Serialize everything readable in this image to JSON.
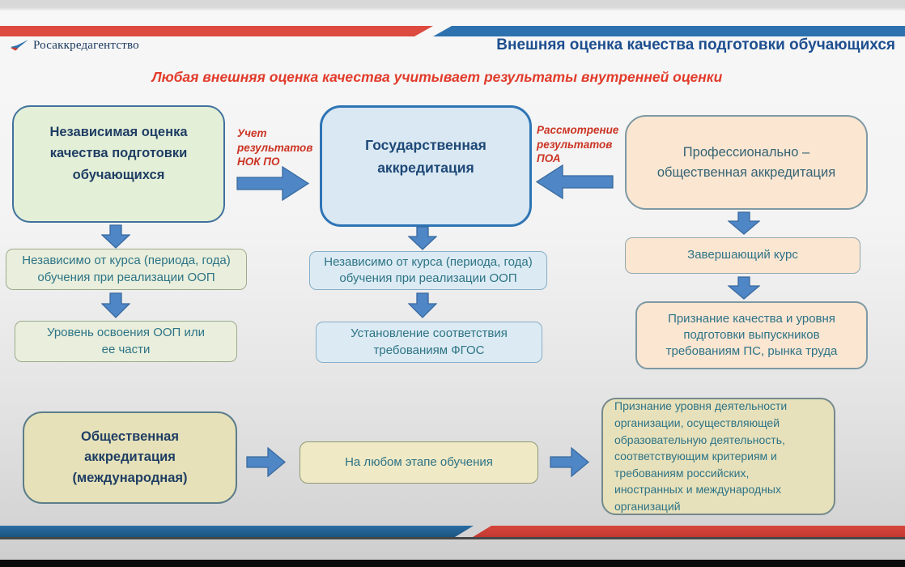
{
  "header": {
    "logo": "Росаккредагентство",
    "title": "Внешняя оценка качества подготовки обучающихся"
  },
  "subtitle": "Любая внешняя оценка качества учитывает результаты  внутренней оценки",
  "flow": {
    "independent": {
      "title": "Независимая оценка качества подготовки обучающихся",
      "step2": "Независимо от курса (периода, года) обучения при реализации ООП",
      "step3": "Уровень освоения ООП или ее части"
    },
    "state": {
      "title": "Государственная аккредитация",
      "step2": "Независимо от курса (периода, года) обучения при реализации ООП",
      "step3": "Установление соответствия требованиям ФГОС"
    },
    "professional": {
      "title": "Профессионально – общественная аккредитация",
      "step2": "Завершающий курс",
      "step3": "Признание качества и уровня подготовки выпускников требованиям ПС, рынка труда"
    },
    "public_international": {
      "title": "Общественная аккредитация (международная)",
      "step2": "На любом этапе обучения",
      "step3": "Признание уровня деятельности организации, осуществляющей образовательную деятельность, соответствующим критериям и требованиям российских, иностранных и международных организаций"
    }
  },
  "arrow_labels": {
    "nok": "Учет результатов НОК ПО",
    "poa": "Рассмотрение результатов ПОА"
  },
  "colors": {
    "stripe_red": "#dd4a40",
    "stripe_blue": "#2d71ae",
    "title_navy": "#1d4e8f",
    "subtitle_red": "#e23b2b",
    "arrow_blue": "#4e86c6",
    "green_fill": "#e4efd8",
    "blue_fill": "#d9e8f2",
    "peach_fill": "#fbe6d2",
    "tan_fill": "#e6e1b9",
    "teal_text": "#2d7386",
    "navy_text": "#1f3e63"
  }
}
